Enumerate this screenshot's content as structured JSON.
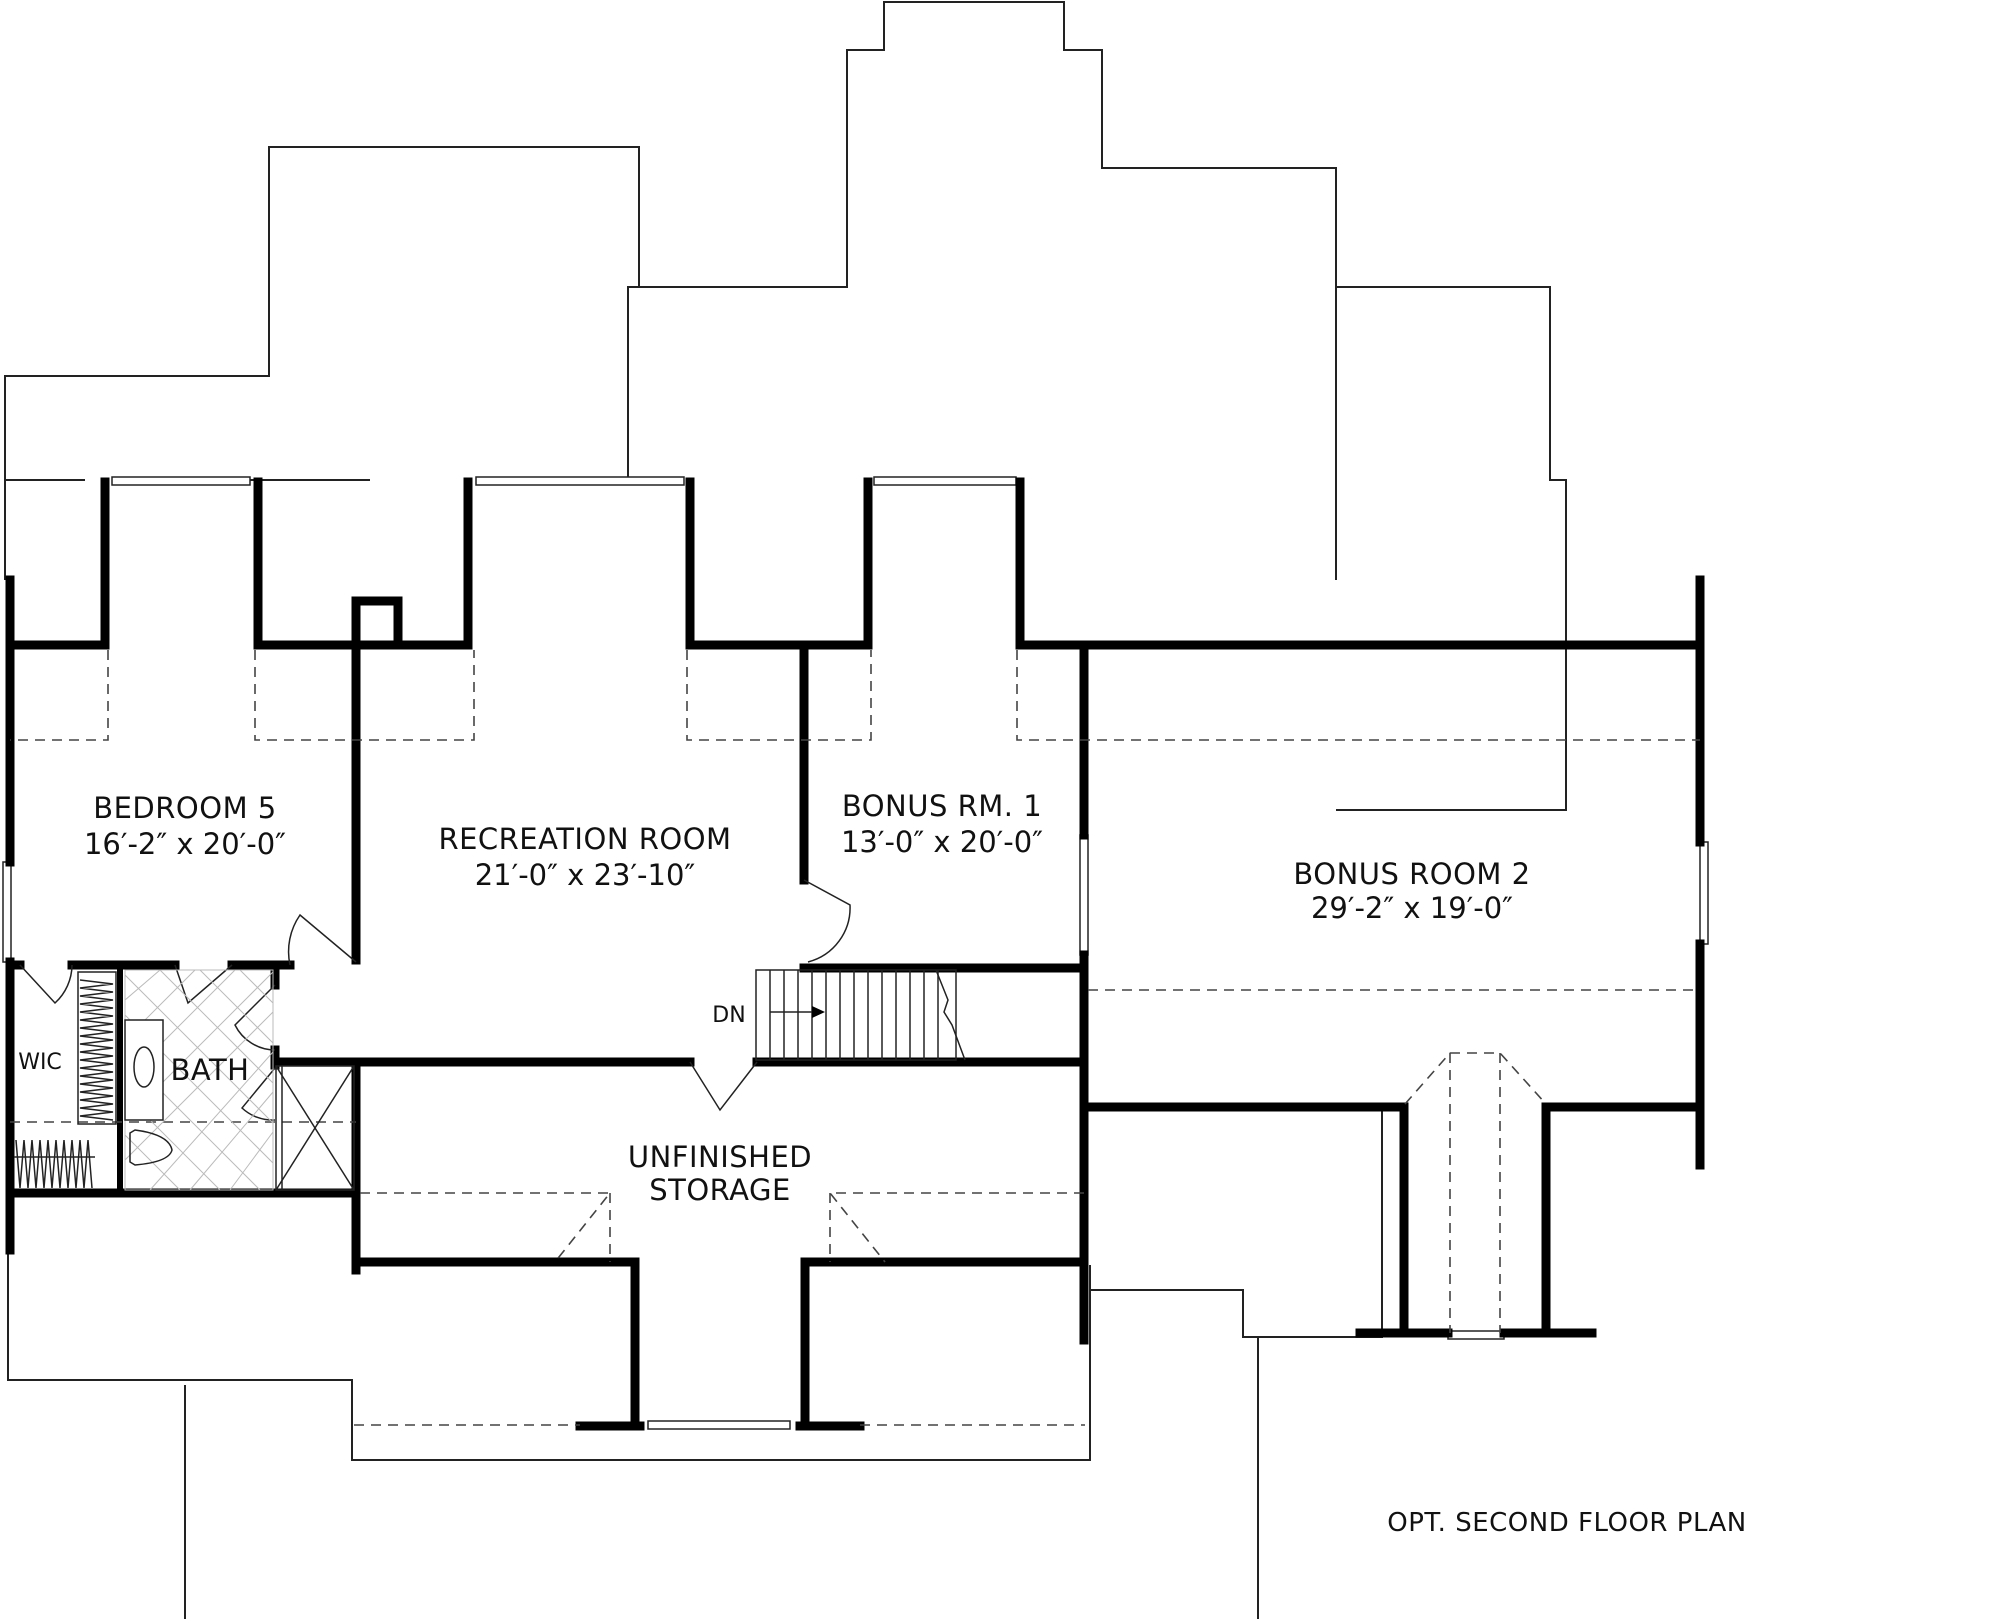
{
  "plan": {
    "title": "OPT. SECOND FLOOR PLAN",
    "rooms": [
      {
        "name": "BEDROOM 5",
        "dims": "16′-2″ x 20′-0″"
      },
      {
        "name": "RECREATION ROOM",
        "dims": "21′-0″ x 23′-10″"
      },
      {
        "name": "BONUS RM. 1",
        "dims": "13′-0″ x 20′-0″"
      },
      {
        "name": "BONUS ROOM 2",
        "dims": "29′-2″ x 19′-0″"
      },
      {
        "name": "UNFINISHED",
        "dims": "STORAGE"
      }
    ],
    "small_labels": {
      "wic": "WIC",
      "bath": "BATH",
      "stair": "DN"
    },
    "colors": {
      "wall": "#000000",
      "roof_line": "#222222",
      "background": "#ffffff"
    }
  }
}
